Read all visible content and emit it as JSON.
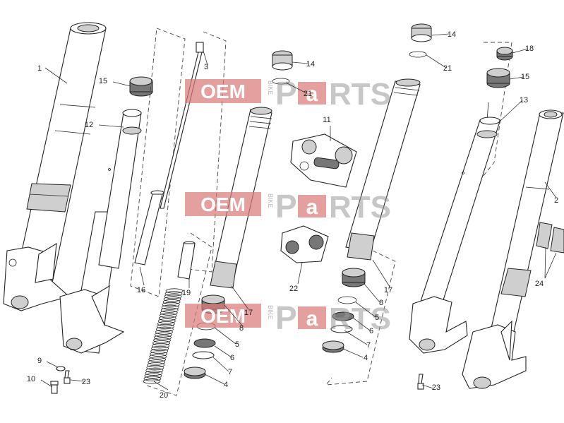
{
  "labels": [
    "1",
    "2",
    "3",
    "4",
    "5",
    "6",
    "7",
    "8",
    "9",
    "10",
    "11",
    "12",
    "13",
    "14",
    "15",
    "16",
    "17",
    "18",
    "19",
    "20",
    "21",
    "22",
    "23",
    "24"
  ],
  "watermark": {
    "oem": "OEM",
    "bike": "BIKE",
    "p": "P",
    "a": "a",
    "rts": "RTS"
  },
  "colors": {
    "line": "#222222",
    "watermark": "#d97a7a",
    "part_fill": "#ffffff",
    "shade": "#cfcfcf"
  }
}
